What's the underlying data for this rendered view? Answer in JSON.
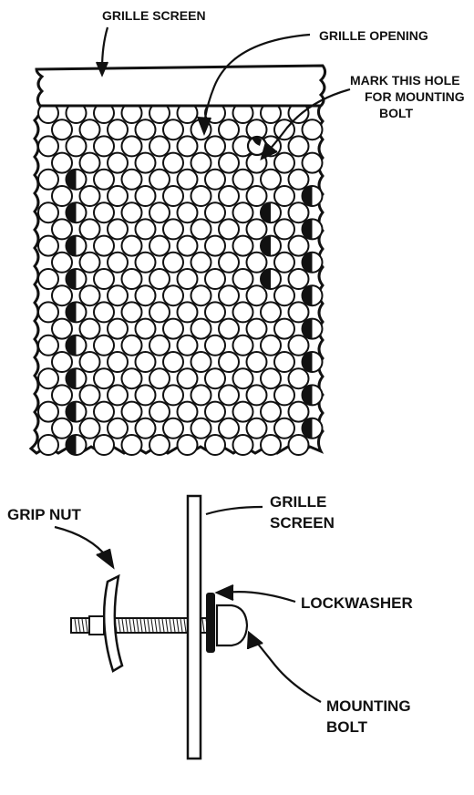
{
  "top_figure": {
    "labels": {
      "grille_screen": "GRILLE SCREEN",
      "grille_opening": "GRILLE OPENING",
      "mark_hole_line1": "MARK THIS HOLE",
      "mark_hole_line2": "FOR MOUNTING",
      "mark_hole_line3": "BOLT"
    }
  },
  "bottom_figure": {
    "labels": {
      "grip_nut": "GRIP NUT",
      "grille_screen_line1": "GRILLE",
      "grille_screen_line2": "SCREEN",
      "lockwasher": "LOCKWASHER",
      "mounting_bolt_line1": "MOUNTING",
      "mounting_bolt_line2": "BOLT"
    }
  },
  "colors": {
    "ink": "#111111",
    "paper": "#ffffff"
  }
}
